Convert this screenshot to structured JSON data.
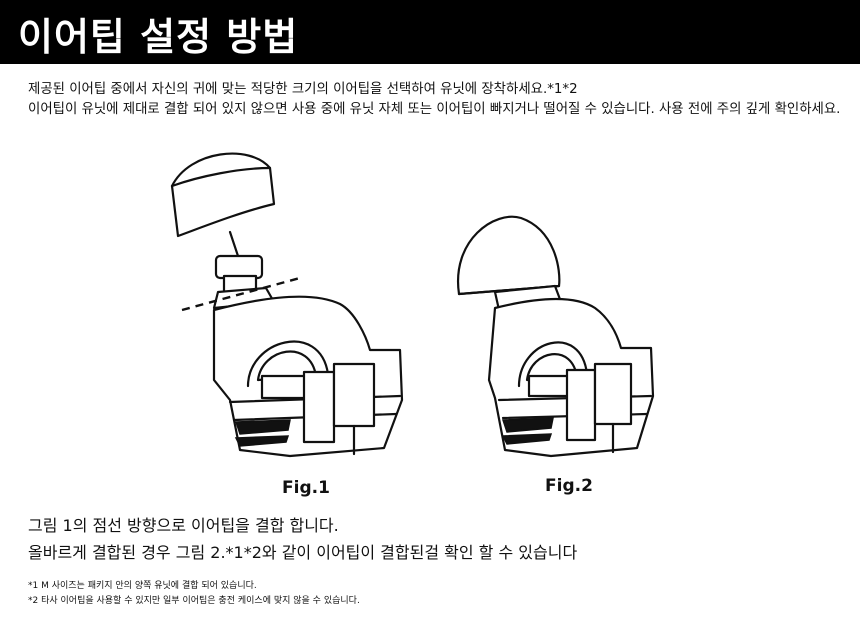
{
  "header": {
    "title": "이어팁 설정 방법"
  },
  "intro": {
    "line1": "제공된 이어팁 중에서 자신의 귀에 맞는 적당한 크기의 이어팁을 선택하여 유닛에 장착하세요.*1*2",
    "line2": "이어팁이 유닛에 제대로 결합 되어 있지 않으면 사용 중에 유닛 자체 또는 이어팁이 빠지거나 떨어질 수 있습니다. 사용 전에 주의 깊게 확인하세요."
  },
  "figures": [
    {
      "caption": "Fig.1"
    },
    {
      "caption": "Fig.2"
    }
  ],
  "instructions": {
    "line1": "그림 1의 점선 방향으로 이어팁을 결합 합니다.",
    "line2": "올바르게 결합된 경우 그림 2.*1*2와 같이 이어팁이 결합된걸 확인 할 수 있습니다"
  },
  "footnotes": {
    "note1": "*1 M 사이즈는 패키지 안의 양쪽 유닛에 결합 되어 있습니다.",
    "note2": "*2 타사 이어팁을 사용할 수 있지만 일부 이어팁은 충전 케이스에 맞지 않을 수 있습니다."
  },
  "icons": {
    "arrow": "down-arrow-icon"
  }
}
